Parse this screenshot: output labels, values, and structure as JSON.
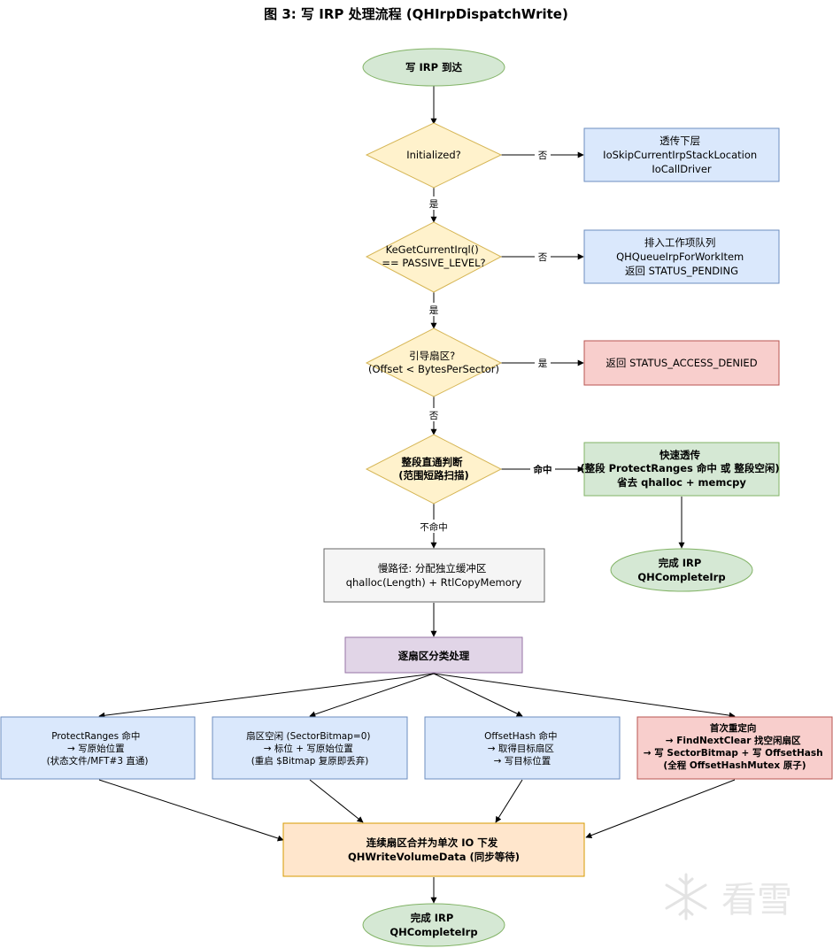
{
  "title": "图 3: 写 IRP 处理流程 (QHIrpDispatchWrite)",
  "colors": {
    "green_fill": "#d5e8d4",
    "green_stroke": "#82b366",
    "yellow_fill": "#fff2cc",
    "yellow_stroke": "#d6b656",
    "blue_fill": "#dae8fc",
    "blue_stroke": "#6c8ebf",
    "red_fill": "#f8cecc",
    "red_stroke": "#b85450",
    "gray_fill": "#f5f5f5",
    "gray_stroke": "#666666",
    "purple_fill": "#e1d5e7",
    "purple_stroke": "#9673a6",
    "orange_fill": "#ffe6cc",
    "orange_stroke": "#d79b00"
  },
  "nodes": {
    "start": {
      "lines": [
        "写 IRP 到达"
      ]
    },
    "d_init": {
      "lines": [
        "Initialized?"
      ]
    },
    "skip": {
      "lines": [
        "透传下层",
        "IoSkipCurrentIrpStackLocation",
        "IoCallDriver"
      ]
    },
    "d_irql": {
      "lines": [
        "KeGetCurrentIrql()",
        "== PASSIVE_LEVEL?"
      ]
    },
    "queue": {
      "lines": [
        "排入工作项队列",
        "QHQueueIrpForWorkItem",
        "返回 STATUS_PENDING"
      ]
    },
    "d_boot": {
      "lines": [
        "引导扇区?",
        "(Offset < BytesPerSector)"
      ]
    },
    "denied": {
      "lines": [
        "返回 STATUS_ACCESS_DENIED"
      ]
    },
    "d_whole": {
      "lines": [
        "整段直通判断",
        "(范围短路扫描)"
      ]
    },
    "fast": {
      "lines": [
        "快速透传",
        "(整段 ProtectRanges 命中 或 整段空闲)",
        "省去 qhalloc + memcpy"
      ]
    },
    "done_fast": {
      "lines": [
        "完成 IRP",
        "QHCompleteIrp"
      ]
    },
    "slow": {
      "lines": [
        "慢路径: 分配独立缓冲区",
        "qhalloc(Length) + RtlCopyMemory"
      ]
    },
    "classify": {
      "lines": [
        "逐扇区分类处理"
      ]
    },
    "c_protect": {
      "lines": [
        "ProtectRanges 命中",
        "→ 写原始位置",
        "(状态文件/MFT#3 直通)"
      ]
    },
    "c_free": {
      "lines": [
        "扇区空闲 (SectorBitmap=0)",
        "→ 标位 + 写原始位置",
        "(重启 $Bitmap 复原即丢弃)"
      ]
    },
    "c_hash": {
      "lines": [
        "OffsetHash 命中",
        "→ 取得目标扇区",
        "→ 写目标位置"
      ]
    },
    "c_redirect": {
      "lines": [
        "首次重定向",
        "→ FindNextClear 找空闲扇区",
        "→ 写 SectorBitmap + 写 OffsetHash",
        "(全程 OffsetHashMutex 原子)"
      ]
    },
    "merge": {
      "lines": [
        "连续扇区合并为单次 IO 下发",
        "QHWriteVolumeData (同步等待)"
      ]
    },
    "done": {
      "lines": [
        "完成 IRP",
        "QHCompleteIrp"
      ]
    }
  },
  "edge_labels": {
    "init_no": "否",
    "init_yes": "是",
    "irql_no": "否",
    "irql_yes": "是",
    "boot_yes": "是",
    "boot_no": "否",
    "whole_hit": "命中",
    "whole_miss": "不命中"
  },
  "watermark": {
    "text": "看雪",
    "icon": "snowflake-icon"
  }
}
